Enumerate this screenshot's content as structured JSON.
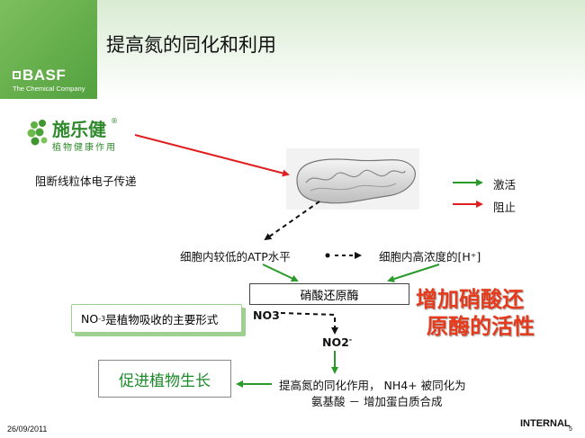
{
  "header": {
    "title": "提高氮的同化和利用",
    "brand_name": "BASF",
    "brand_tagline": "The Chemical Company"
  },
  "product_logo": {
    "name": "施乐健",
    "registered": "®",
    "subtitle": "植物健康作用"
  },
  "diagram": {
    "block_mito": "阻断线粒体电子传递",
    "atp_low": "细胞内较低的ATP水平",
    "h_high": "细胞内高浓度的[H⁺]",
    "nitrate_reductase": "硝酸还原酶",
    "no3": "NO3",
    "no2": "NO2",
    "no2_charge": "-",
    "main_form_prefix": "NO",
    "main_form_sup": "-",
    "main_form_sub": "3",
    "main_form_text": "是植物吸收的主要形式",
    "assim_line1": "提高氮的同化作用， NH4+ 被同化为",
    "assim_line2": "氨基酸 － 增加蛋白质合成",
    "promote_growth": "促进植物生长",
    "highlight_line1": "增加硝酸还",
    "highlight_line2": "原酶的活性"
  },
  "legend": {
    "activate": "激活",
    "block": "阻止",
    "activate_color": "#2a9a2a",
    "block_color": "#e02020"
  },
  "footer": {
    "date": "26/09/2011",
    "label": "INTERNAL",
    "page": "5"
  }
}
